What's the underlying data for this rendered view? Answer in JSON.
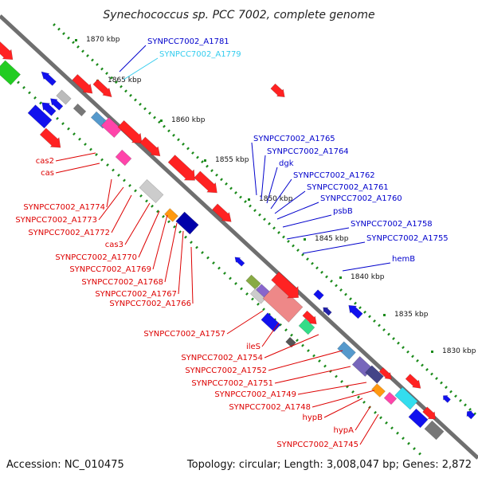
{
  "title": "Synechococcus sp. PCC 7002, complete genome",
  "footer": {
    "accession": "Accession: NC_010475",
    "stats": "Topology: circular; Length: 3,008,047 bp; Genes: 2,872"
  },
  "colors": {
    "backbone": "#777777",
    "forward": "#ff0000",
    "reverse": "#0000ee",
    "tick": "#1a8a1a",
    "label_red": "#dd0000",
    "label_blue": "#0000cc",
    "label_cyan": "#33ccee"
  },
  "ruler": [
    "1870 kbp",
    "1865 kbp",
    "1860 kbp",
    "1855 kbp",
    "1850 kbp",
    "1845 kbp",
    "1840 kbp",
    "1835 kbp",
    "1830 kbp"
  ],
  "labels_top": [
    "SYNPCC7002_A1781",
    "SYNPCC7002_A1779",
    "SYNPCC7002_A1765",
    "SYNPCC7002_A1764",
    "dgk",
    "SYNPCC7002_A1762",
    "SYNPCC7002_A1761",
    "SYNPCC7002_A1760",
    "psbB",
    "SYNPCC7002_A1758",
    "SYNPCC7002_A1755",
    "hemB"
  ],
  "labels_bottom": [
    "cas2",
    "cas",
    "SYNPCC7002_A1774",
    "SYNPCC7002_A1773",
    "SYNPCC7002_A1772",
    "cas3",
    "SYNPCC7002_A1770",
    "SYNPCC7002_A1769",
    "SYNPCC7002_A1768",
    "SYNPCC7002_A1767",
    "SYNPCC7002_A1766",
    "SYNPCC7002_A1757",
    "ileS",
    "SYNPCC7002_A1754",
    "SYNPCC7002_A1752",
    "SYNPCC7002_A1751",
    "SYNPCC7002_A1749",
    "SYNPCC7002_A1748",
    "hypB",
    "hypA",
    "SYNPCC7002_A1745"
  ]
}
